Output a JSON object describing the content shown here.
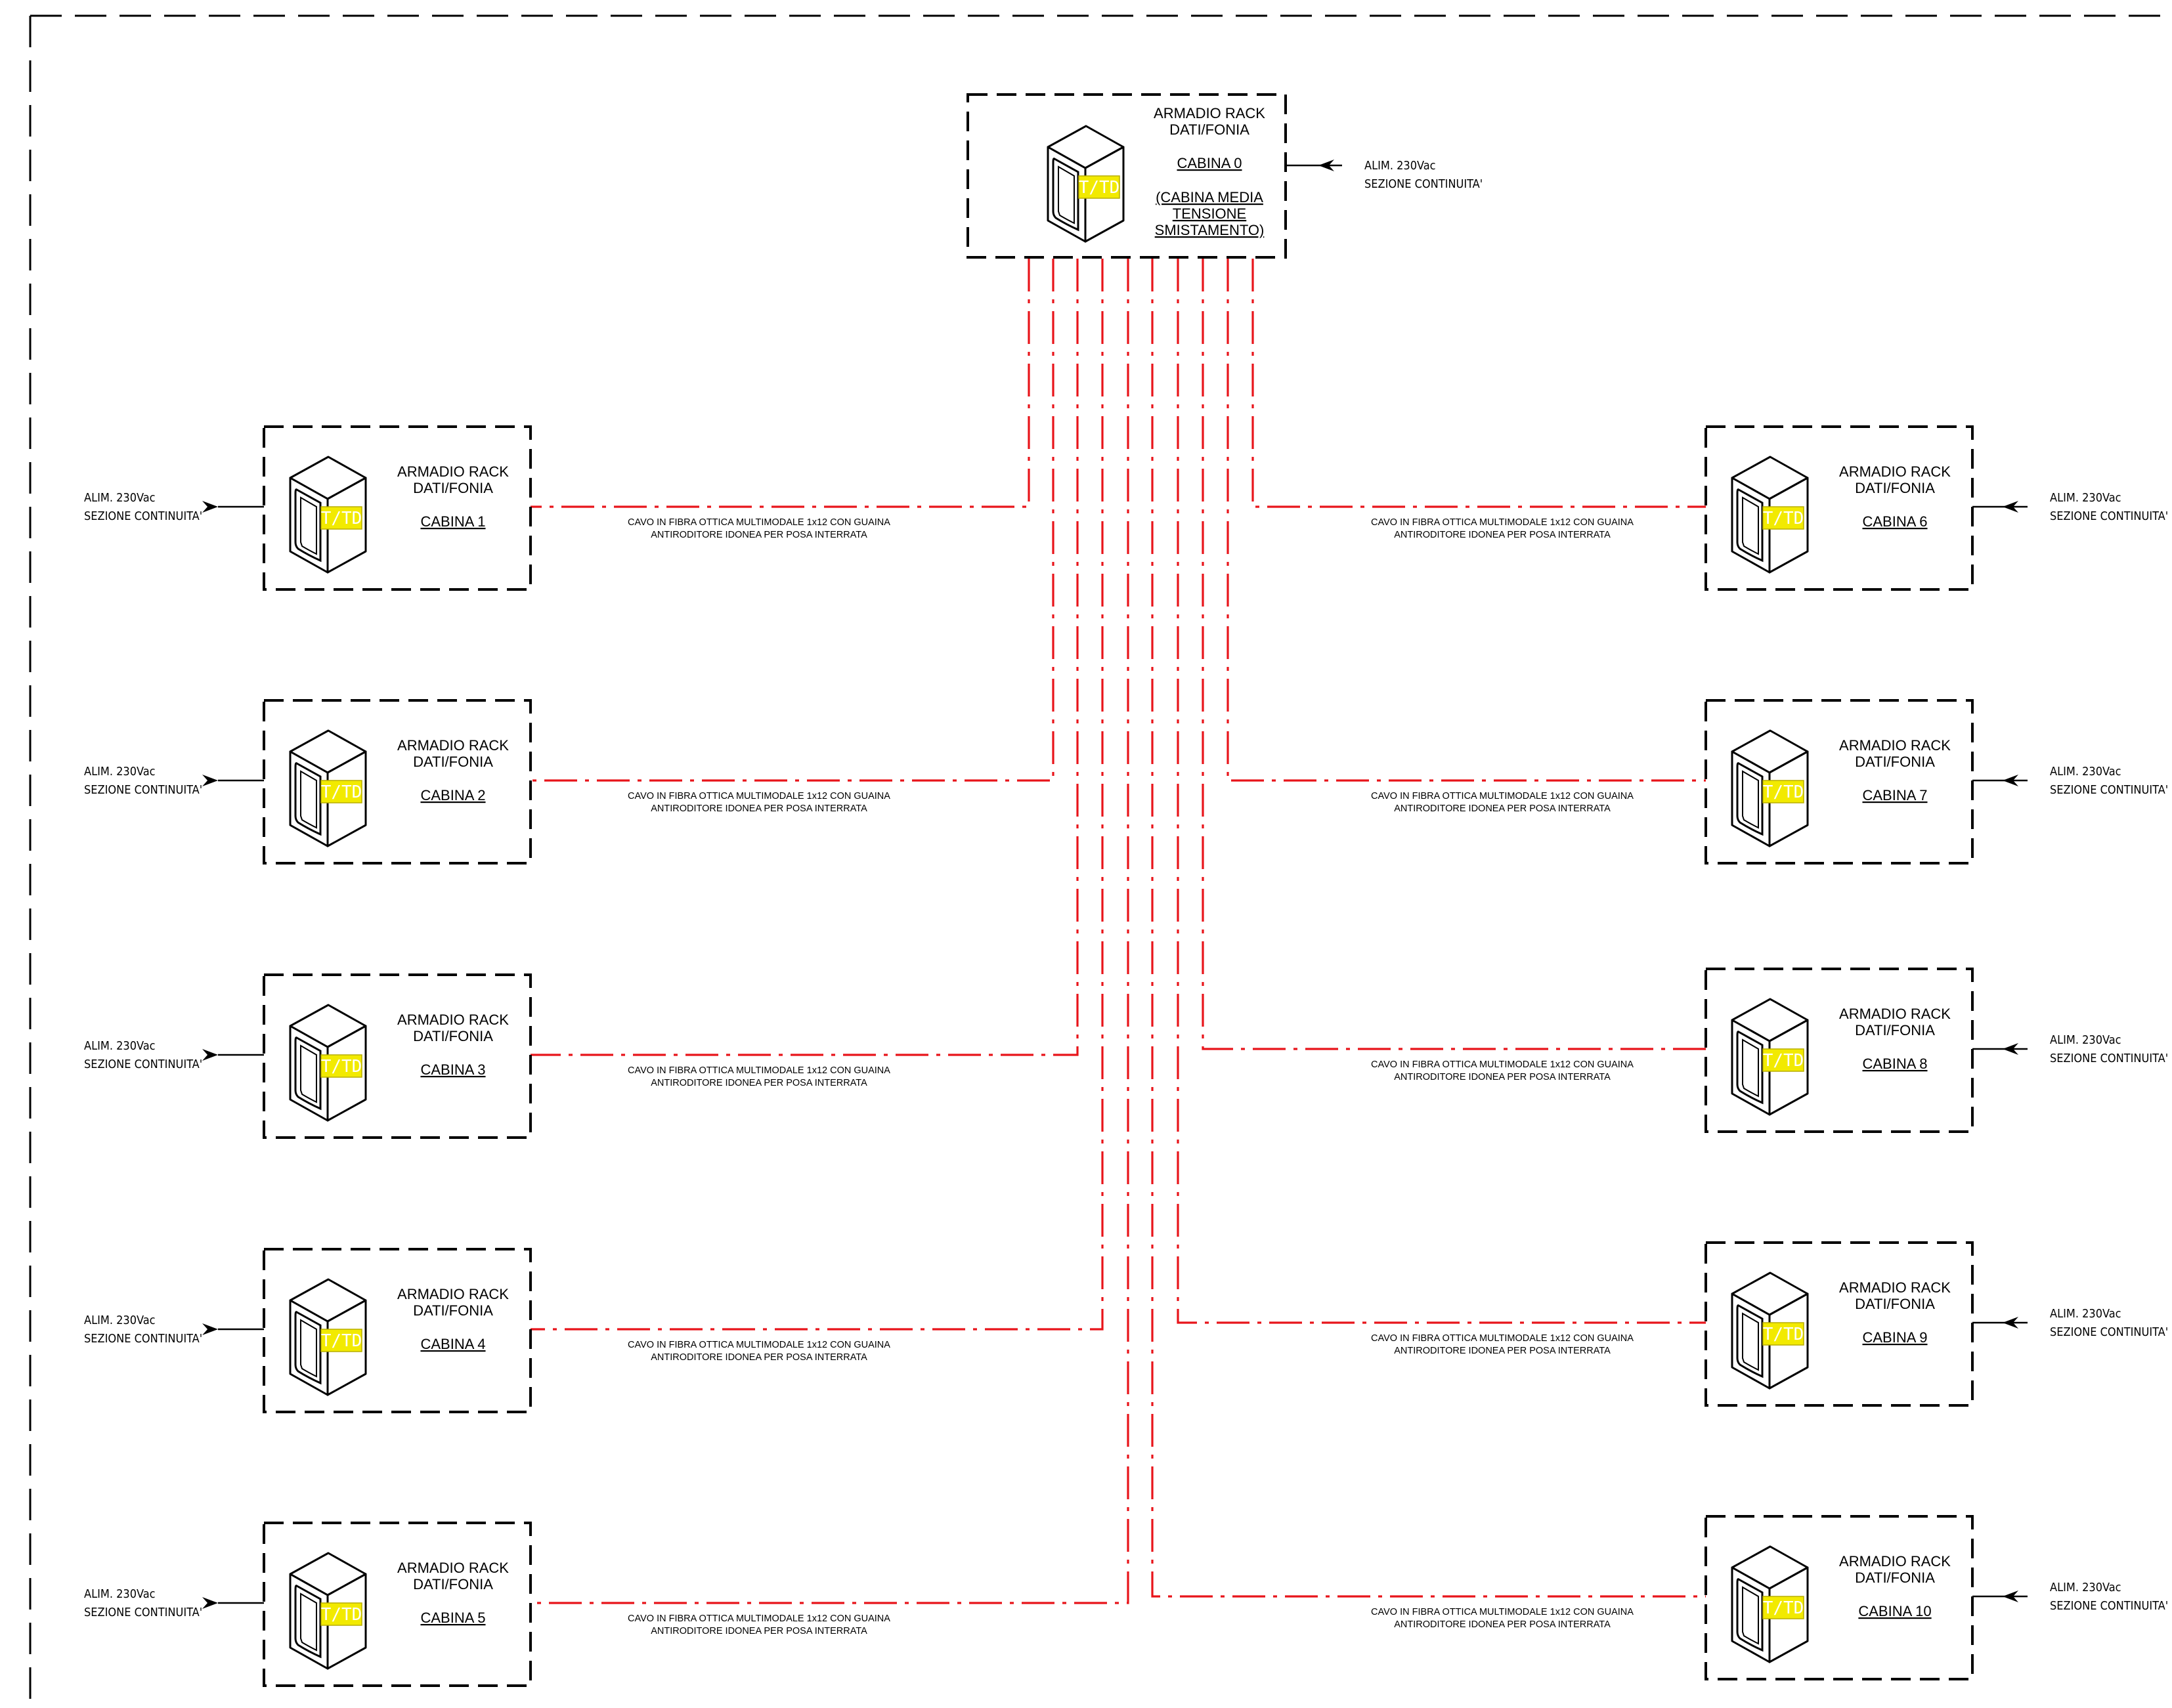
{
  "hub": {
    "title_line1": "ARMADIO RACK",
    "title_line2": "DATI/FONIA",
    "name": "CABINA 0",
    "note_line1": "(CABINA MEDIA",
    "note_line2": "TENSIONE",
    "note_line3": "SMISTAMENTO)",
    "badge": "T/TD",
    "power_line1": "ALIM. 230Vac",
    "power_line2": "SEZIONE CONTINUITA'"
  },
  "cabinets": [
    {
      "side": "left",
      "title_line1": "ARMADIO RACK",
      "title_line2": "DATI/FONIA",
      "name": "CABINA 1",
      "badge": "T/TD",
      "power_line1": "ALIM. 230Vac",
      "power_line2": "SEZIONE CONTINUITA'",
      "cable_line1": "CAVO IN FIBRA OTTICA MULTIMODALE 1x12 CON GUAINA",
      "cable_line2": "ANTIRODITORE IDONEA PER POSA INTERRATA"
    },
    {
      "side": "left",
      "title_line1": "ARMADIO RACK",
      "title_line2": "DATI/FONIA",
      "name": "CABINA 2",
      "badge": "T/TD",
      "power_line1": "ALIM. 230Vac",
      "power_line2": "SEZIONE CONTINUITA'",
      "cable_line1": "CAVO IN FIBRA OTTICA MULTIMODALE 1x12 CON GUAINA",
      "cable_line2": "ANTIRODITORE IDONEA PER POSA INTERRATA"
    },
    {
      "side": "left",
      "title_line1": "ARMADIO RACK",
      "title_line2": "DATI/FONIA",
      "name": "CABINA 3",
      "badge": "T/TD",
      "power_line1": "ALIM. 230Vac",
      "power_line2": "SEZIONE CONTINUITA'",
      "cable_line1": "CAVO IN FIBRA OTTICA MULTIMODALE 1x12 CON GUAINA",
      "cable_line2": "ANTIRODITORE IDONEA PER POSA INTERRATA"
    },
    {
      "side": "left",
      "title_line1": "ARMADIO RACK",
      "title_line2": "DATI/FONIA",
      "name": "CABINA 4",
      "badge": "T/TD",
      "power_line1": "ALIM. 230Vac",
      "power_line2": "SEZIONE CONTINUITA'",
      "cable_line1": "CAVO IN FIBRA OTTICA MULTIMODALE 1x12 CON GUAINA",
      "cable_line2": "ANTIRODITORE IDONEA PER POSA INTERRATA"
    },
    {
      "side": "left",
      "title_line1": "ARMADIO RACK",
      "title_line2": "DATI/FONIA",
      "name": "CABINA 5",
      "badge": "T/TD",
      "power_line1": "ALIM. 230Vac",
      "power_line2": "SEZIONE CONTINUITA'",
      "cable_line1": "CAVO IN FIBRA OTTICA MULTIMODALE 1x12 CON GUAINA",
      "cable_line2": "ANTIRODITORE IDONEA PER POSA INTERRATA"
    },
    {
      "side": "right",
      "title_line1": "ARMADIO RACK",
      "title_line2": "DATI/FONIA",
      "name": "CABINA 6",
      "badge": "T/TD",
      "power_line1": "ALIM. 230Vac",
      "power_line2": "SEZIONE CONTINUITA'",
      "cable_line1": "CAVO IN FIBRA OTTICA MULTIMODALE 1x12 CON GUAINA",
      "cable_line2": "ANTIRODITORE IDONEA PER POSA INTERRATA"
    },
    {
      "side": "right",
      "title_line1": "ARMADIO RACK",
      "title_line2": "DATI/FONIA",
      "name": "CABINA 7",
      "badge": "T/TD",
      "power_line1": "ALIM. 230Vac",
      "power_line2": "SEZIONE CONTINUITA'",
      "cable_line1": "CAVO IN FIBRA OTTICA MULTIMODALE 1x12 CON GUAINA",
      "cable_line2": "ANTIRODITORE IDONEA PER POSA INTERRATA"
    },
    {
      "side": "right",
      "title_line1": "ARMADIO RACK",
      "title_line2": "DATI/FONIA",
      "name": "CABINA 8",
      "badge": "T/TD",
      "power_line1": "ALIM. 230Vac",
      "power_line2": "SEZIONE CONTINUITA'",
      "cable_line1": "CAVO IN FIBRA OTTICA MULTIMODALE 1x12 CON GUAINA",
      "cable_line2": "ANTIRODITORE IDONEA PER POSA INTERRATA"
    },
    {
      "side": "right",
      "title_line1": "ARMADIO RACK",
      "title_line2": "DATI/FONIA",
      "name": "CABINA 9",
      "badge": "T/TD",
      "power_line1": "ALIM. 230Vac",
      "power_line2": "SEZIONE CONTINUITA'",
      "cable_line1": "CAVO IN FIBRA OTTICA MULTIMODALE 1x12 CON GUAINA",
      "cable_line2": "ANTIRODITORE IDONEA PER POSA INTERRATA"
    },
    {
      "side": "right",
      "title_line1": "ARMADIO RACK",
      "title_line2": "DATI/FONIA",
      "name": "CABINA 10",
      "badge": "T/TD",
      "power_line1": "ALIM. 230Vac",
      "power_line2": "SEZIONE CONTINUITA'",
      "cable_line1": "CAVO IN FIBRA OTTICA MULTIMODALE 1x12 CON GUAINA",
      "cable_line2": "ANTIRODITORE IDONEA PER POSA INTERRATA"
    }
  ],
  "colors": {
    "fiber_line": "#e8141a",
    "badge_fill": "#f2ea00",
    "line": "#000000",
    "background": "#ffffff"
  }
}
